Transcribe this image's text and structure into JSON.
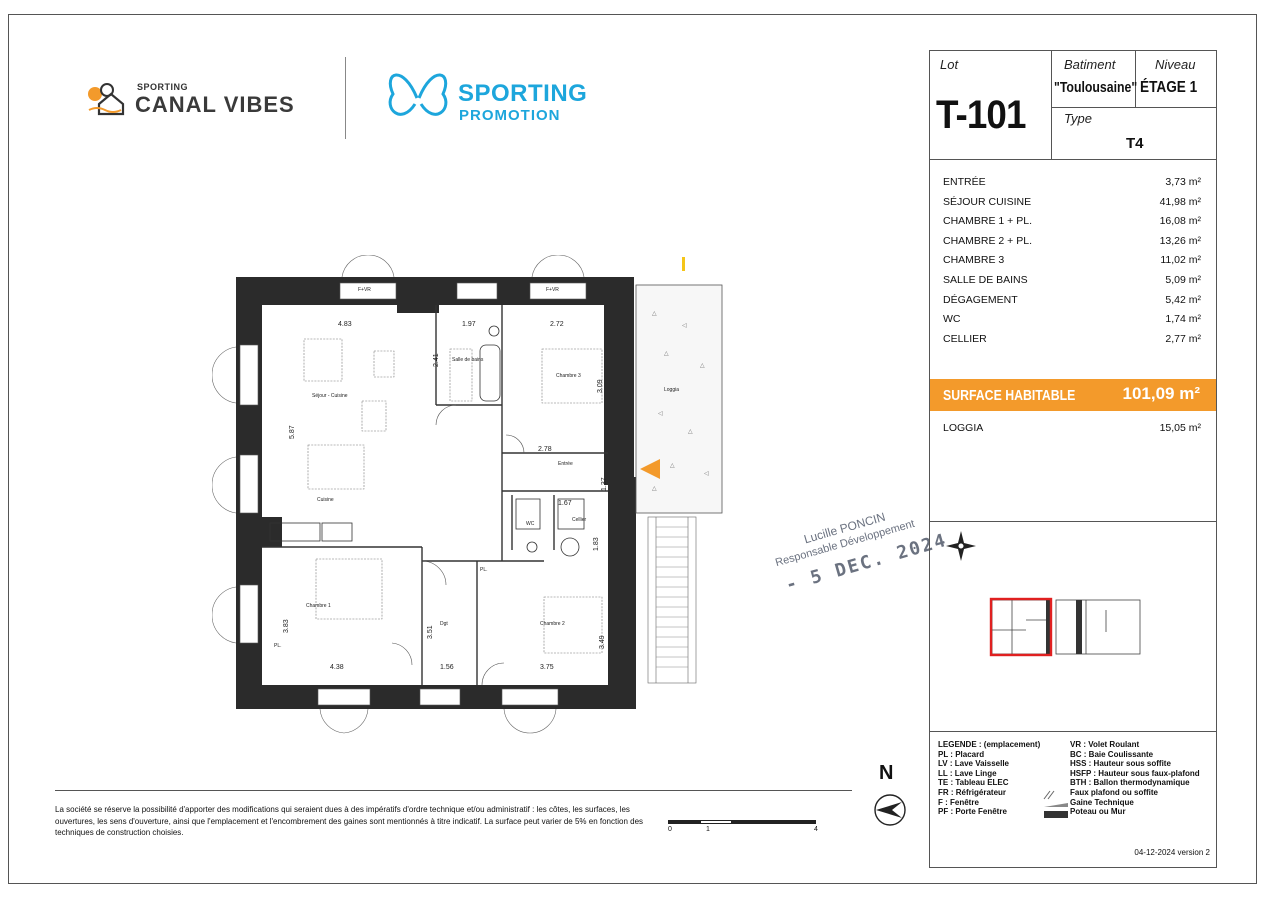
{
  "logos": {
    "canal_small": "SPORTING",
    "canal_big": "CANAL VIBES",
    "promo_line1": "SPORTING",
    "promo_line2": "PROMOTION"
  },
  "lot": {
    "lot_label": "Lot",
    "lot_number": "T-101",
    "batiment_label": "Batiment",
    "batiment_value": "\"Toulousaine\"",
    "niveau_label": "Niveau",
    "niveau_value": "ÉTAGE 1",
    "type_label": "Type",
    "type_value": "T4"
  },
  "rooms": [
    {
      "name": "ENTRÉE",
      "area": "3,73 m²"
    },
    {
      "name": "SÉJOUR CUISINE",
      "area": "41,98 m²"
    },
    {
      "name": "CHAMBRE 1 + PL.",
      "area": "16,08 m²"
    },
    {
      "name": "CHAMBRE 2 + PL.",
      "area": "13,26 m²"
    },
    {
      "name": "CHAMBRE 3",
      "area": "11,02 m²"
    },
    {
      "name": "SALLE DE BAINS",
      "area": "5,09 m²"
    },
    {
      "name": "DÉGAGEMENT",
      "area": "5,42 m²"
    },
    {
      "name": "WC",
      "area": "1,74 m²"
    },
    {
      "name": "CELLIER",
      "area": "2,77 m²"
    }
  ],
  "surface": {
    "label": "SURFACE HABITABLE",
    "value": "101,09 m²"
  },
  "loggia": {
    "name": "LOGGIA",
    "area": "15,05 m²"
  },
  "legend_left": [
    "LEGENDE : (emplacement)",
    "PL : Placard",
    "LV : Lave Vaisselle",
    "LL : Lave Linge",
    "TE : Tableau ELEC",
    "FR : Réfrigérateur",
    "F : Fenêtre",
    "PF : Porte Fenêtre"
  ],
  "legend_right": [
    "VR : Volet Roulant",
    "BC : Baie Coulissante",
    "HSS : Hauteur sous soffite",
    "HSFP : Hauteur sous faux-plafond",
    "BTH : Ballon thermodynamique",
    "Faux plafond ou soffite",
    "Gaine Technique",
    "Poteau ou Mur"
  ],
  "version": "04-12-2024  version 2",
  "disclaimer": "La société se réserve la possibilité d'apporter des modifications qui seraient dues à des impératifs d'ordre technique et/ou administratif : les côtes, les surfaces, les ouvertures, les sens d'ouverture, ainsi que l'emplacement et l'encombrement des gaines sont mentionnés à titre indicatif. La surface peut varier de 5% en fonction des techniques de construction choisies.",
  "north": "N",
  "scale": {
    "zero": "0",
    "one": "1",
    "four": "4"
  },
  "stamp": {
    "name": "Lucille PONCIN",
    "role": "Responsable Développement",
    "date": "- 5 DEC. 2024"
  },
  "plan": {
    "labels": {
      "sejour": "Séjour - Cuisine",
      "cuisine": "Cuisine",
      "sdb": "Salle de bains",
      "chambre3": "Chambre 3",
      "loggia": "Loggia",
      "entree": "Entrée",
      "wc": "WC",
      "cellier": "Cellier",
      "chambre1": "Chambre 1",
      "chambre2": "Chambre 2",
      "dgt": "Dgt",
      "pl": "PL.",
      "fvr": "F+VR"
    },
    "dims": {
      "d483": "4.83",
      "d197": "1.97",
      "d272": "2.72",
      "d587": "5.87",
      "d241": "2.41",
      "d309": "3.09",
      "d278": "2.78",
      "d137": "1.37",
      "d167": "1.67",
      "d183": "1.83",
      "d383": "3.83",
      "d351": "3.51",
      "d349": "3.49",
      "d438": "4.38",
      "d156": "1.56",
      "d375": "3.75"
    }
  },
  "colors": {
    "orange": "#f39a2b",
    "blue": "#1da6dc",
    "wall": "#2b2b2b",
    "red": "#e02020"
  }
}
